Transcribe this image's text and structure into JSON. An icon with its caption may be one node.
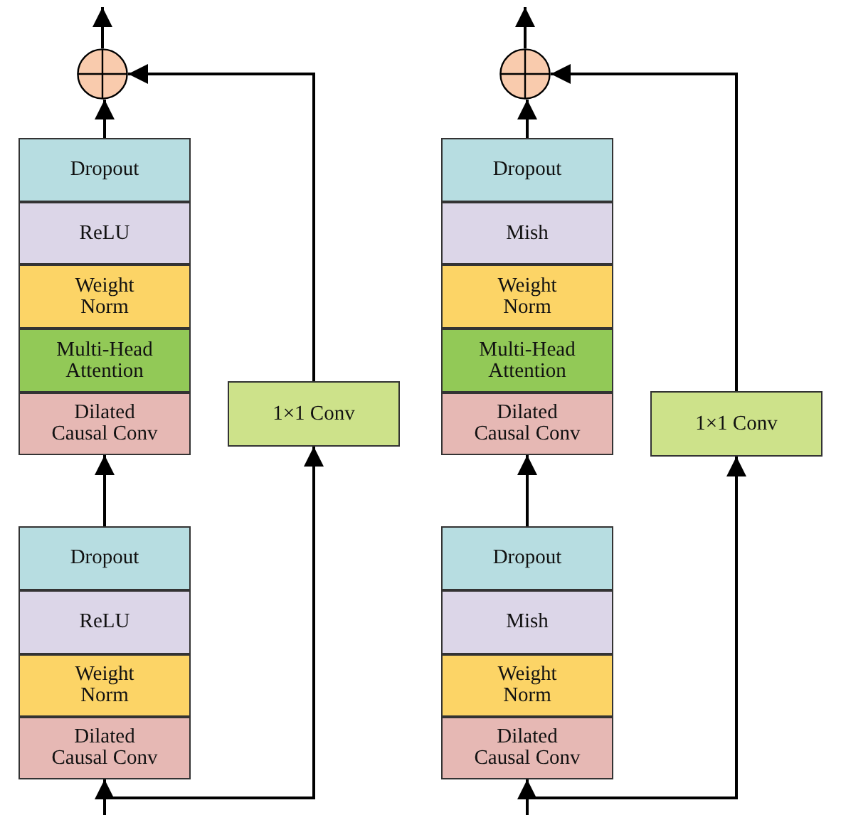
{
  "diagram": {
    "nodes": [
      {
        "text": [],
        "shape": "circle"
      },
      {
        "text": [
          "Dropout"
        ]
      },
      {
        "text": [
          "ReLU"
        ]
      },
      {
        "text": [
          "Weight Norm"
        ]
      },
      {
        "text": [
          "Multi-Head Attention"
        ]
      },
      {
        "text": [
          "Dilated Causal Conv"
        ]
      },
      {
        "text": [
          "1×1 Conv"
        ]
      },
      {
        "text": [
          "Dropout"
        ]
      },
      {
        "text": [
          "ReLU"
        ]
      },
      {
        "text": [
          "Weight Norm"
        ]
      },
      {
        "text": [
          "Dilated Causal Conv"
        ]
      },
      {
        "text": [],
        "shape": "circle"
      },
      {
        "text": [
          "Dropout"
        ]
      },
      {
        "text": [
          "Mish"
        ]
      },
      {
        "text": [
          "Weight Norm"
        ]
      },
      {
        "text": [
          "Multi-Head Attention"
        ]
      },
      {
        "text": [
          "Dilated Causal Conv"
        ]
      },
      {
        "text": [
          "1×1 Conv"
        ]
      },
      {
        "text": [
          "Dropout"
        ]
      },
      {
        "text": [
          "Mish"
        ]
      },
      {
        "text": [
          "Weight Norm"
        ]
      },
      {
        "text": [
          "Dilated Causal Conv"
        ]
      }
    ],
    "edges": [
      {
        "from": null,
        "to": 10,
        "arrow": "to"
      },
      {
        "from": null,
        "to": 6,
        "arrow": "to"
      },
      {
        "from": 7,
        "to": 5,
        "arrow": "to"
      },
      {
        "from": 1,
        "to": 0,
        "arrow": "to"
      },
      {
        "from": 6,
        "to": 0,
        "arrow": "to"
      },
      {
        "from": 0,
        "to": null,
        "arrow": "to"
      },
      {
        "from": null,
        "to": 21,
        "arrow": "to"
      },
      {
        "from": null,
        "to": 17,
        "arrow": "to"
      },
      {
        "from": 18,
        "to": 16,
        "arrow": "to"
      },
      {
        "from": 12,
        "to": 11,
        "arrow": "to"
      },
      {
        "from": 17,
        "to": 11,
        "arrow": "to"
      },
      {
        "from": 11,
        "to": null,
        "arrow": "to"
      }
    ]
  }
}
